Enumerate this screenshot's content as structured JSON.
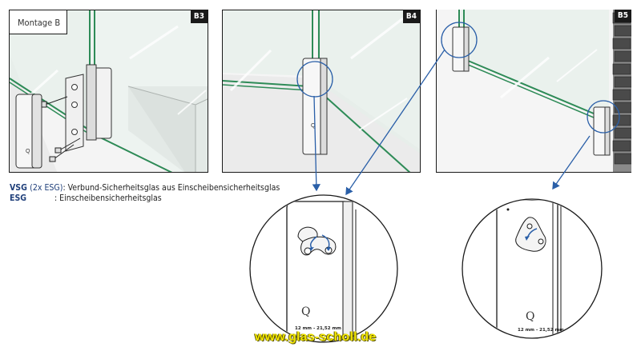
{
  "panels": {
    "b3": {
      "badge": "B3",
      "title": "Montage B"
    },
    "b4": {
      "badge": "B4"
    },
    "b5": {
      "badge": "B5"
    }
  },
  "legend": [
    {
      "key": "VSG",
      "key_detail": "(2x ESG)",
      "text": ": Verbund-Sicherheitsglas aus Einscheibensicherheitsglas"
    },
    {
      "key": "ESG",
      "key_detail": "",
      "text": ": Einscheibensicherheitsglas"
    }
  ],
  "details": {
    "left_range": "12 mm - 21,52 mm",
    "right_range": "12 mm - 21,52 mm",
    "logo_letter": "Q"
  },
  "website": "www.glas-scholl.de",
  "colors": {
    "glass_edge": "#2e8b57",
    "arrow": "#2a5fa8",
    "outline": "#1a1a1a",
    "watermark": "#f2e600"
  }
}
